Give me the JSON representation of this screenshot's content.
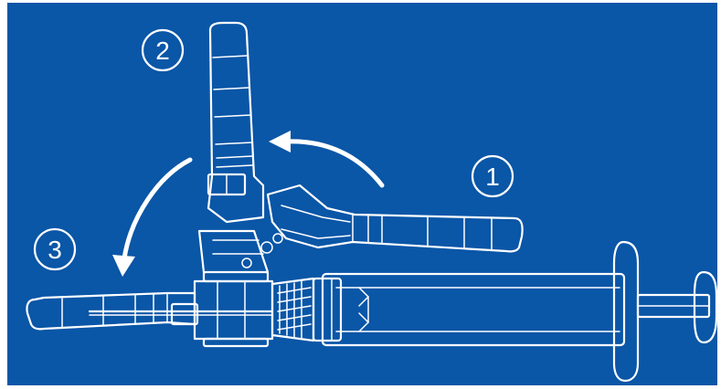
{
  "colors": {
    "background": "#0a56a7",
    "line": "#ffffff"
  },
  "steps": [
    {
      "label": "1",
      "icon": "circled-number"
    },
    {
      "label": "2",
      "icon": "circled-number"
    },
    {
      "label": "3",
      "icon": "circled-number"
    }
  ],
  "arrows": [
    {
      "icon": "curved-arrow-left",
      "from_step": "1",
      "to_step": "2"
    },
    {
      "icon": "curved-arrow-down-left",
      "from_step": "2",
      "to_step": "3"
    }
  ]
}
